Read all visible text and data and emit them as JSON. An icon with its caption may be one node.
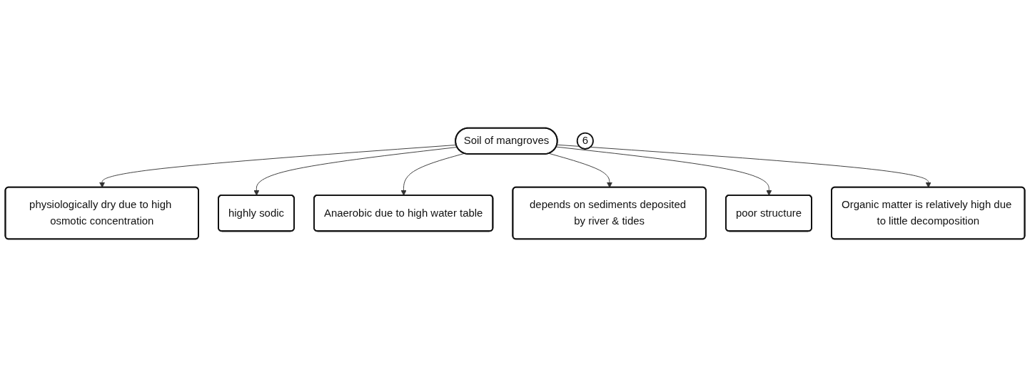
{
  "diagram": {
    "nodes": [
      {
        "text": [
          "physiologically dry due to high osmotic concentration"
        ]
      },
      {
        "text": [
          "highly sodic"
        ]
      },
      {
        "text": [
          "Anaerobic due to high water table"
        ]
      },
      {
        "text": [
          "Soil of mangroves"
        ]
      },
      {
        "text": [
          "6"
        ]
      },
      {
        "text": [
          "depends on sediments deposited by river & tides"
        ]
      },
      {
        "text": [
          "poor structure"
        ]
      },
      {
        "text": [
          "Organic matter is relatively high due to little decomposition"
        ]
      }
    ],
    "edges": [
      {
        "from": 3,
        "to": 0,
        "arrow": "to"
      },
      {
        "from": 3,
        "to": 1,
        "arrow": "to"
      },
      {
        "from": 3,
        "to": 2,
        "arrow": "to"
      },
      {
        "from": 3,
        "to": 5,
        "arrow": "to"
      },
      {
        "from": 3,
        "to": 6,
        "arrow": "to"
      },
      {
        "from": 3,
        "to": 7,
        "arrow": "to"
      }
    ]
  }
}
